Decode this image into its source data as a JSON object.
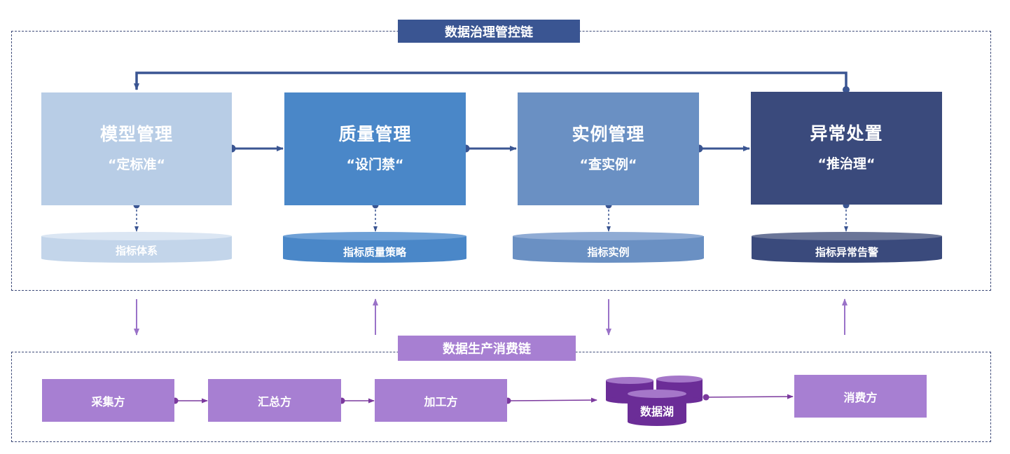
{
  "governance": {
    "title": "数据治理管控链",
    "stages": [
      {
        "title": "模型管理",
        "subtitle": "“定标准“",
        "store": "指标体系",
        "color": "#b8cde6",
        "store_color": "#c3d5ea",
        "store_top": "#dbe6f3"
      },
      {
        "title": "质量管理",
        "subtitle": "“设门禁“",
        "store": "指标质量策略",
        "color": "#4a87c8",
        "store_color": "#4a87c8",
        "store_top": "#6ea0d6"
      },
      {
        "title": "实例管理",
        "subtitle": "“查实例“",
        "store": "指标实例",
        "color": "#6a90c3",
        "store_color": "#6a90c3",
        "store_top": "#8fabd4"
      },
      {
        "title": "异常处置",
        "subtitle": "“推治理“",
        "store": "指标异常告警",
        "color": "#3a4a7c",
        "store_color": "#3a4a7c",
        "store_top": "#6a7598"
      }
    ]
  },
  "production": {
    "title": "数据生产消费链",
    "nodes": [
      "采集方",
      "汇总方",
      "加工方"
    ],
    "lake": "数据湖",
    "consumer": "消费方"
  },
  "colors": {
    "governance_banner": "#3a5592",
    "line_blue": "#3a5592",
    "purple": "#a77fd2",
    "purple_dark": "#6b2d97",
    "purple_link": "#7c3a9e",
    "dashed_border": "#3d4a78"
  }
}
